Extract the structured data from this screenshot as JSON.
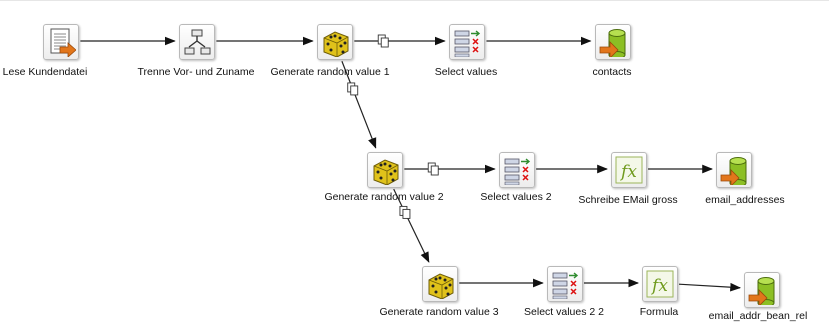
{
  "nodes": [
    {
      "id": "n1",
      "label": "Lese Kundendatei",
      "icon": "text-file-input-icon"
    },
    {
      "id": "n2",
      "label": "Trenne Vor- und Zuname",
      "icon": "split-fields-icon"
    },
    {
      "id": "n3",
      "label": "Generate random value 1",
      "icon": "dice-icon"
    },
    {
      "id": "n4",
      "label": "Select values",
      "icon": "select-values-icon"
    },
    {
      "id": "n5",
      "label": "contacts",
      "icon": "table-output-icon"
    },
    {
      "id": "n6",
      "label": "Generate random value 2",
      "icon": "dice-icon"
    },
    {
      "id": "n7",
      "label": "Select values 2",
      "icon": "select-values-icon"
    },
    {
      "id": "n8",
      "label": "Schreibe EMail gross",
      "icon": "formula-icon"
    },
    {
      "id": "n9",
      "label": "email_addresses",
      "icon": "table-output-icon"
    },
    {
      "id": "n10",
      "label": "Generate random value 3",
      "icon": "dice-icon"
    },
    {
      "id": "n11",
      "label": "Select values 2 2",
      "icon": "select-values-icon"
    },
    {
      "id": "n12",
      "label": "Formula",
      "icon": "formula-icon"
    },
    {
      "id": "n13",
      "label": "email_addr_bean_rel",
      "icon": "table-output-icon"
    }
  ],
  "hops": [
    {
      "from": "n1",
      "to": "n2",
      "copy": false
    },
    {
      "from": "n2",
      "to": "n3",
      "copy": false
    },
    {
      "from": "n3",
      "to": "n4",
      "copy": true
    },
    {
      "from": "n4",
      "to": "n5",
      "copy": false
    },
    {
      "from": "n3",
      "to": "n6",
      "copy": true
    },
    {
      "from": "n6",
      "to": "n7",
      "copy": true
    },
    {
      "from": "n7",
      "to": "n8",
      "copy": false
    },
    {
      "from": "n8",
      "to": "n9",
      "copy": false
    },
    {
      "from": "n6",
      "to": "n10",
      "copy": true
    },
    {
      "from": "n10",
      "to": "n11",
      "copy": false
    },
    {
      "from": "n11",
      "to": "n12",
      "copy": false
    },
    {
      "from": "n12",
      "to": "n13",
      "copy": false
    }
  ],
  "copy_marker_icon": "copy-rows-icon"
}
